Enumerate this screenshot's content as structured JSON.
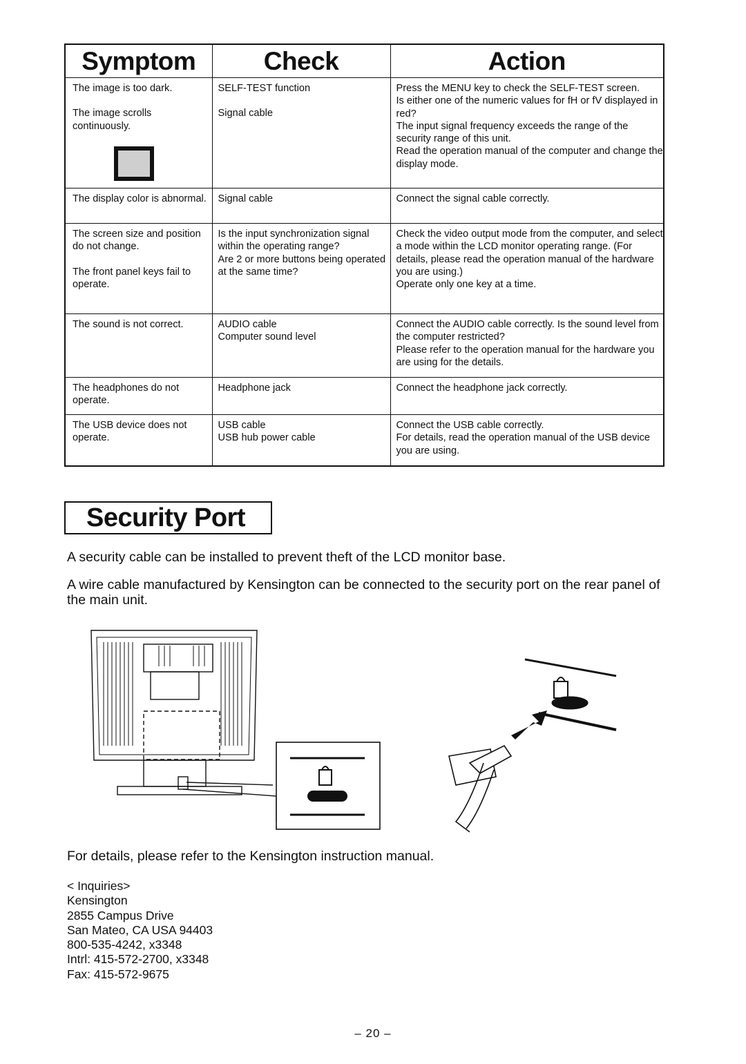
{
  "table": {
    "headers": {
      "symptom": "Symptom",
      "check": "Check",
      "action": "Action"
    },
    "rows": [
      {
        "symptom": [
          "The image is too dark.",
          "The image scrolls continuously."
        ],
        "check": [
          "SELF-TEST function",
          "Signal cable"
        ],
        "action": [
          "Press the MENU key to check the SELF-TEST screen.",
          "Is either one of the numeric values for fH or fV displayed in red?",
          "The input signal frequency exceeds the range of the security range of this unit.",
          "Read the operation manual of the computer and change the display mode."
        ]
      },
      {
        "symptom": [
          "The display color is abnormal."
        ],
        "check": [
          "Signal cable"
        ],
        "action": [
          "Connect the signal cable correctly."
        ]
      },
      {
        "symptom": [
          "The screen size and position do not change.",
          "The front panel keys fail to operate."
        ],
        "check": [
          "Is the input synchronization signal within the operating range?",
          "Are 2 or more buttons being operated at the same time?"
        ],
        "action": [
          "Check the video output mode from the computer, and select a mode within the LCD monitor operating range. (For details, please read the operation manual of the hardware you are using.)",
          "Operate only one key at a time."
        ]
      },
      {
        "symptom": [
          "The sound is not correct."
        ],
        "check": [
          "AUDIO cable",
          "Computer sound level"
        ],
        "action": [
          "Connect the AUDIO cable correctly. Is the sound level from the computer restricted?",
          "Please refer to the operation manual for the hardware you are using for the details."
        ]
      },
      {
        "symptom": [
          "The headphones do not operate."
        ],
        "check": [
          "Headphone jack"
        ],
        "action": [
          "Connect the headphone jack correctly."
        ]
      },
      {
        "symptom": [
          "The USB device does not operate."
        ],
        "check": [
          "USB cable",
          "USB hub power cable"
        ],
        "action": [
          "Connect the USB cable correctly.",
          "For details, read the operation manual of the USB device you are using."
        ]
      }
    ]
  },
  "security": {
    "title": "Security Port",
    "para1": "A security cable can be installed to prevent theft of the LCD monitor base.",
    "para2": "A wire cable manufactured by Kensington can be connected to the security port on the rear panel of the main unit.",
    "para3": "For details, please refer to the Kensington instruction manual."
  },
  "contact": {
    "lines": [
      "< Inquiries>",
      "Kensington",
      "2855 Campus Drive",
      "San Mateo, CA USA 94403",
      "800-535-4242, x3348",
      "Intrl: 415-572-2700, x3348",
      "Fax: 415-572-9675"
    ]
  },
  "page_number": "– 20 –",
  "illustration": {
    "icons": [
      "monitor-rear-icon",
      "kensington-lock-icon",
      "security-cable-icon",
      "arrow-icon"
    ]
  }
}
